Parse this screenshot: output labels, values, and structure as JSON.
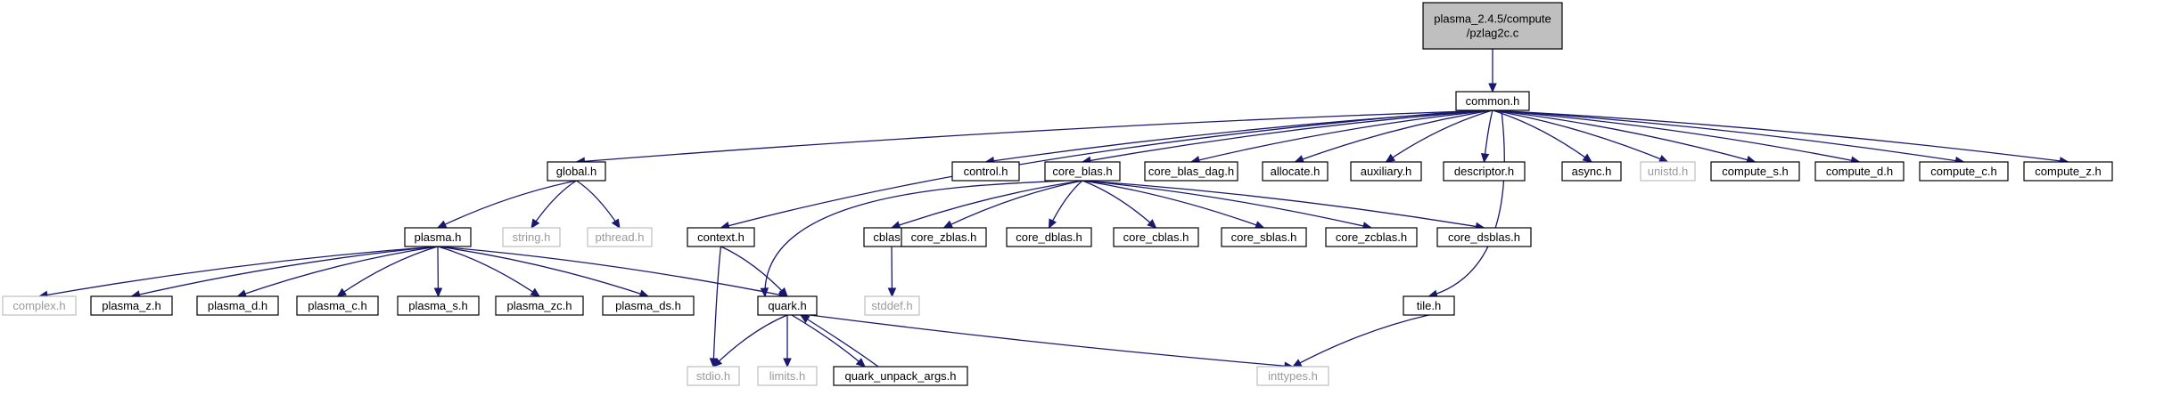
{
  "graph": {
    "nodes": [
      {
        "id": "root",
        "label": [
          "plasma_2.4.5/compute",
          "/pzlag2c.c"
        ],
        "style": "root"
      },
      {
        "id": "common",
        "label": [
          "common.h"
        ]
      },
      {
        "id": "global",
        "label": [
          "global.h"
        ]
      },
      {
        "id": "control",
        "label": [
          "control.h"
        ]
      },
      {
        "id": "core_blas",
        "label": [
          "core_blas.h"
        ]
      },
      {
        "id": "core_blas_dag",
        "label": [
          "core_blas_dag.h"
        ]
      },
      {
        "id": "allocate",
        "label": [
          "allocate.h"
        ]
      },
      {
        "id": "auxiliary",
        "label": [
          "auxiliary.h"
        ]
      },
      {
        "id": "descriptor",
        "label": [
          "descriptor.h"
        ]
      },
      {
        "id": "async",
        "label": [
          "async.h"
        ]
      },
      {
        "id": "unistd",
        "label": [
          "unistd.h"
        ],
        "style": "missing"
      },
      {
        "id": "compute_s",
        "label": [
          "compute_s.h"
        ]
      },
      {
        "id": "compute_d",
        "label": [
          "compute_d.h"
        ]
      },
      {
        "id": "compute_c",
        "label": [
          "compute_c.h"
        ]
      },
      {
        "id": "compute_z",
        "label": [
          "compute_z.h"
        ]
      },
      {
        "id": "plasma",
        "label": [
          "plasma.h"
        ]
      },
      {
        "id": "string",
        "label": [
          "string.h"
        ],
        "style": "missing"
      },
      {
        "id": "pthread",
        "label": [
          "pthread.h"
        ],
        "style": "missing"
      },
      {
        "id": "context",
        "label": [
          "context.h"
        ]
      },
      {
        "id": "cblas",
        "label": [
          "cblas.h"
        ]
      },
      {
        "id": "core_zblas",
        "label": [
          "core_zblas.h"
        ]
      },
      {
        "id": "core_dblas",
        "label": [
          "core_dblas.h"
        ]
      },
      {
        "id": "core_cblas",
        "label": [
          "core_cblas.h"
        ]
      },
      {
        "id": "core_sblas",
        "label": [
          "core_sblas.h"
        ]
      },
      {
        "id": "core_zcblas",
        "label": [
          "core_zcblas.h"
        ]
      },
      {
        "id": "core_dsblas",
        "label": [
          "core_dsblas.h"
        ]
      },
      {
        "id": "complex",
        "label": [
          "complex.h"
        ],
        "style": "missing"
      },
      {
        "id": "plasma_z",
        "label": [
          "plasma_z.h"
        ]
      },
      {
        "id": "plasma_d",
        "label": [
          "plasma_d.h"
        ]
      },
      {
        "id": "plasma_c",
        "label": [
          "plasma_c.h"
        ]
      },
      {
        "id": "plasma_s",
        "label": [
          "plasma_s.h"
        ]
      },
      {
        "id": "plasma_zc",
        "label": [
          "plasma_zc.h"
        ]
      },
      {
        "id": "plasma_ds",
        "label": [
          "plasma_ds.h"
        ]
      },
      {
        "id": "quark",
        "label": [
          "quark.h"
        ]
      },
      {
        "id": "stddef",
        "label": [
          "stddef.h"
        ],
        "style": "missing"
      },
      {
        "id": "tile",
        "label": [
          "tile.h"
        ]
      },
      {
        "id": "stdio",
        "label": [
          "stdio.h"
        ],
        "style": "missing"
      },
      {
        "id": "limits",
        "label": [
          "limits.h"
        ],
        "style": "missing"
      },
      {
        "id": "quark_unpack_args",
        "label": [
          "quark_unpack_args.h"
        ]
      },
      {
        "id": "inttypes",
        "label": [
          "inttypes.h"
        ],
        "style": "missing"
      }
    ],
    "edges": [
      [
        "root",
        "common"
      ],
      [
        "common",
        "global"
      ],
      [
        "common",
        "control"
      ],
      [
        "common",
        "core_blas"
      ],
      [
        "common",
        "core_blas_dag"
      ],
      [
        "common",
        "allocate"
      ],
      [
        "common",
        "auxiliary"
      ],
      [
        "common",
        "descriptor"
      ],
      [
        "common",
        "async"
      ],
      [
        "common",
        "unistd"
      ],
      [
        "common",
        "compute_s"
      ],
      [
        "common",
        "compute_d"
      ],
      [
        "common",
        "compute_c"
      ],
      [
        "common",
        "compute_z"
      ],
      [
        "common",
        "context"
      ],
      [
        "common",
        "tile"
      ],
      [
        "global",
        "plasma"
      ],
      [
        "global",
        "string"
      ],
      [
        "global",
        "pthread"
      ],
      [
        "plasma",
        "complex"
      ],
      [
        "plasma",
        "plasma_z"
      ],
      [
        "plasma",
        "plasma_d"
      ],
      [
        "plasma",
        "plasma_c"
      ],
      [
        "plasma",
        "plasma_s"
      ],
      [
        "plasma",
        "plasma_zc"
      ],
      [
        "plasma",
        "plasma_ds"
      ],
      [
        "plasma",
        "quark"
      ],
      [
        "core_blas",
        "quark"
      ],
      [
        "core_blas",
        "cblas"
      ],
      [
        "core_blas",
        "core_zblas"
      ],
      [
        "core_blas",
        "core_dblas"
      ],
      [
        "core_blas",
        "core_cblas"
      ],
      [
        "core_blas",
        "core_sblas"
      ],
      [
        "core_blas",
        "core_zcblas"
      ],
      [
        "core_blas",
        "core_dsblas"
      ],
      [
        "cblas",
        "stddef"
      ],
      [
        "context",
        "quark"
      ],
      [
        "context",
        "stdio"
      ],
      [
        "quark",
        "stdio"
      ],
      [
        "quark",
        "limits"
      ],
      [
        "quark",
        "quark_unpack_args"
      ],
      [
        "quark",
        "inttypes"
      ],
      [
        "quark_unpack_args",
        "quark"
      ],
      [
        "tile",
        "inttypes"
      ]
    ]
  }
}
